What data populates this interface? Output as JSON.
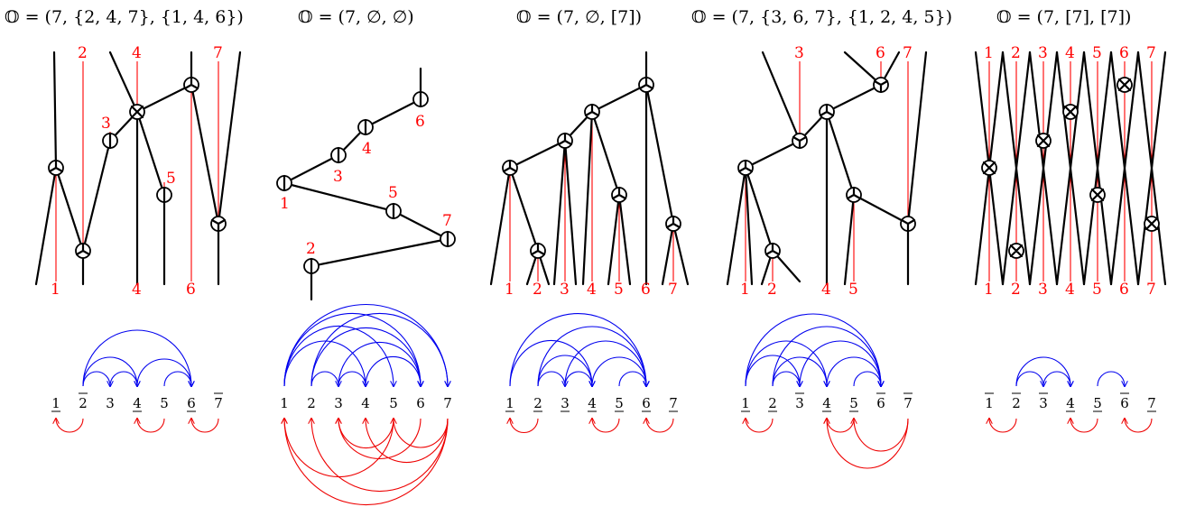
{
  "captions": [
    "𝕆 = (7, {2, 4, 7}, {1, 4, 6})",
    "𝕆 = (7, ∅, ∅)",
    "𝕆 = (7, ∅, [7])",
    "𝕆 = (7, {3, 6, 7}, {1, 2, 4, 5})",
    "𝕆 = (7, [7], [7])"
  ],
  "panels": [
    {
      "top_labels": [
        "2",
        "4",
        "7",
        "3",
        "5"
      ],
      "bottom_labels": [
        "1",
        "4",
        "6"
      ],
      "row_labels": [
        "1",
        "2",
        "3",
        "4",
        "5",
        "6",
        "7"
      ]
    },
    {
      "node_labels": [
        "6",
        "4",
        "3",
        "1",
        "5",
        "7",
        "2"
      ],
      "row_labels": [
        "1",
        "2",
        "3",
        "4",
        "5",
        "6",
        "7"
      ]
    },
    {
      "bottom_labels": [
        "1",
        "2",
        "3",
        "4",
        "5",
        "6",
        "7"
      ],
      "row_labels": [
        "1",
        "2",
        "3",
        "4",
        "5",
        "6",
        "7"
      ]
    },
    {
      "top_labels": [
        "3",
        "6",
        "7"
      ],
      "bottom_labels": [
        "1",
        "2",
        "4",
        "5"
      ],
      "row_labels": [
        "1",
        "2",
        "3",
        "4",
        "5",
        "6",
        "7"
      ]
    },
    {
      "top_labels": [
        "1",
        "2",
        "3",
        "4",
        "5",
        "6",
        "7"
      ],
      "bottom_labels": [
        "1",
        "2",
        "3",
        "4",
        "5",
        "6",
        "7"
      ],
      "row_labels": [
        "1",
        "2",
        "3",
        "4",
        "5",
        "6",
        "7"
      ]
    }
  ],
  "colors": {
    "tree": "#000000",
    "label": "#ff0000",
    "arc_up": "#0000ee",
    "arc_down": "#ee0000"
  }
}
